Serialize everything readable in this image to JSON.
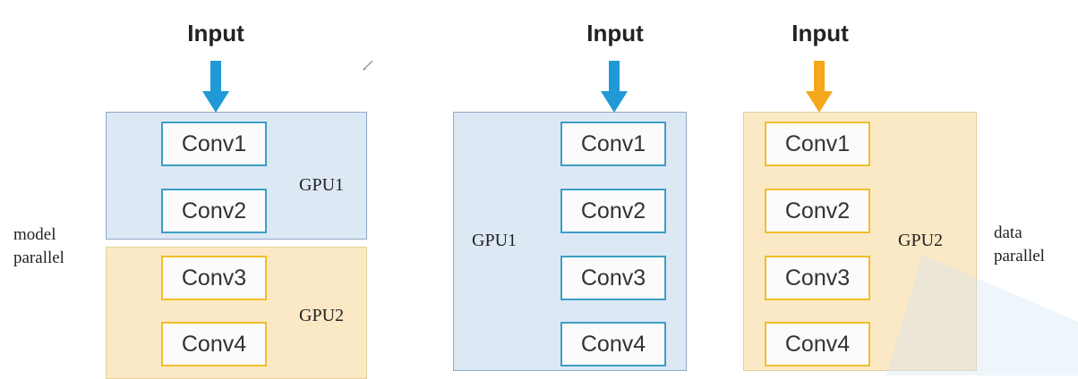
{
  "model_parallel": {
    "input_label": "Input",
    "gpu1_label": "GPU1",
    "gpu2_label": "GPU2",
    "side_label_line1": "model",
    "side_label_line2": "parallel",
    "convs": [
      "Conv1",
      "Conv2",
      "Conv3",
      "Conv4"
    ]
  },
  "data_parallel_gpu1": {
    "input_label": "Input",
    "gpu_label": "GPU1",
    "convs": [
      "Conv1",
      "Conv2",
      "Conv3",
      "Conv4"
    ]
  },
  "data_parallel_gpu2": {
    "input_label": "Input",
    "gpu_label": "GPU2",
    "side_label_line1": "data",
    "side_label_line2": "parallel",
    "convs": [
      "Conv1",
      "Conv2",
      "Conv3",
      "Conv4"
    ]
  },
  "colors": {
    "blue_arrow": "#1f9ad6",
    "orange_arrow": "#f5a81a",
    "blue_region": "#dde8f5",
    "yellow_region": "#fbe9c6"
  }
}
